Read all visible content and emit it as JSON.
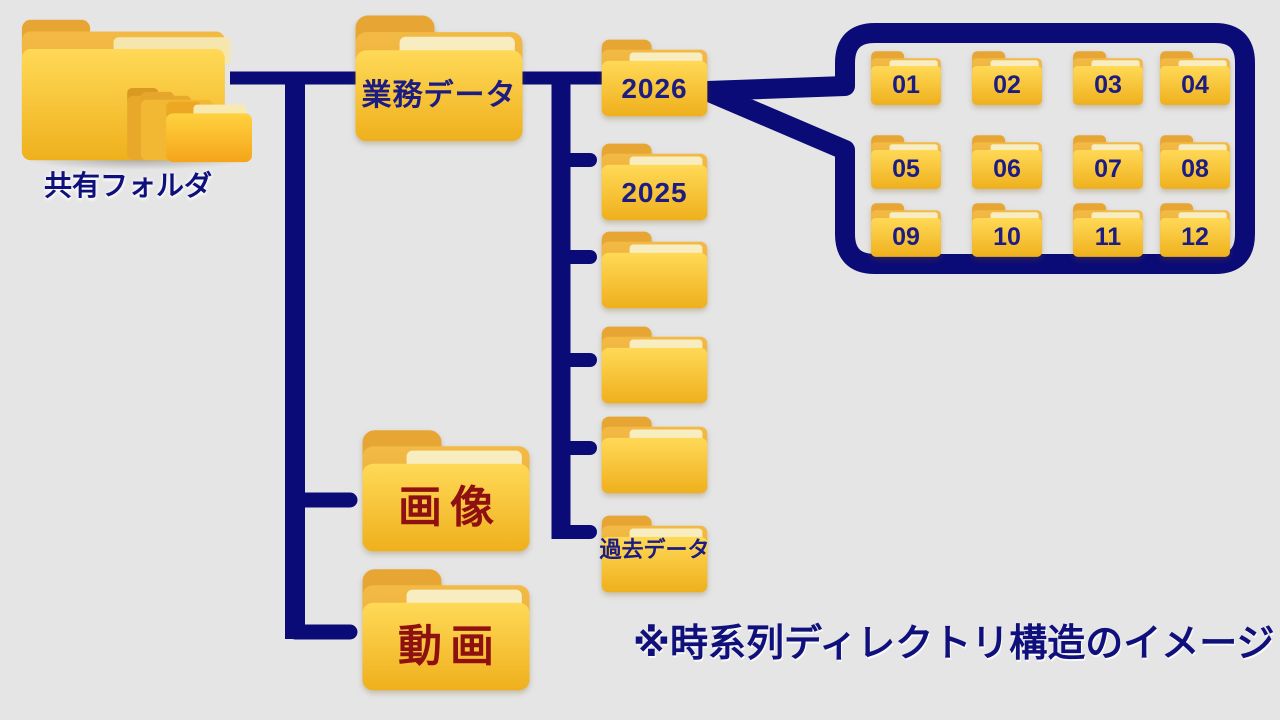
{
  "folders": {
    "root": "共有フォルダ",
    "business": "業務データ",
    "year_top": "2026",
    "year_prev": "2025",
    "past": "過去データ",
    "images": "画像",
    "videos": "動画"
  },
  "months": [
    "01",
    "02",
    "03",
    "04",
    "05",
    "06",
    "07",
    "08",
    "09",
    "10",
    "11",
    "12"
  ],
  "caption": "※時系列ディレクトリ構造のイメージ",
  "colors": {
    "background": "#e5e5e6",
    "line_navy": "#0b0b78",
    "label_navy": "#1c1c82",
    "label_red": "#8f1010",
    "folder_yellow_light": "#ffd957",
    "folder_yellow_dark": "#efb01d"
  }
}
